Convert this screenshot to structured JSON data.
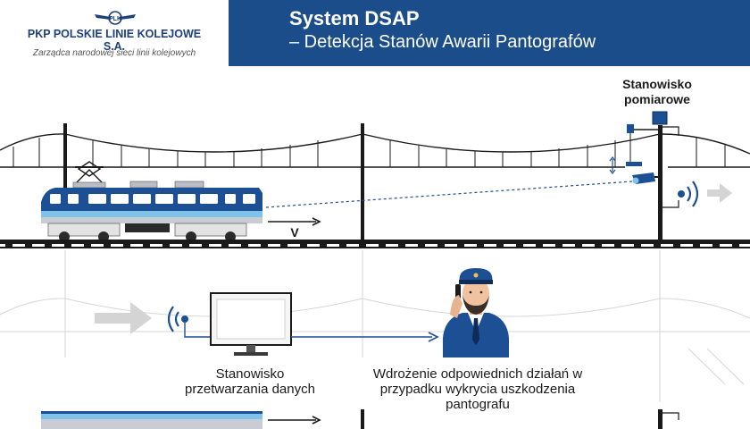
{
  "logo": {
    "name": "PKP POLSKIE LINIE KOLEJOWE S.A.",
    "tagline": "Zarządca narodowej sieci linii kolejowych",
    "emblem_text": "PLK"
  },
  "header": {
    "title": "System DSAP",
    "subtitle": "– Detekcja Stanów Awarii Pantografów"
  },
  "labels": {
    "measurement_station": "Stanowisko pomiarowe",
    "speed": "V",
    "processing_station": "Stanowisko przetwarzania danych",
    "action": "Wdrożenie odpowiednich działań w przypadku wykrycia uszkodzenia pantografu"
  },
  "colors": {
    "brand_blue": "#1b4d8a",
    "train_blue": "#1c4f93",
    "light_blue": "#7fc3ea",
    "grey": "#d4d4d4",
    "dark": "#1a1a1a"
  }
}
